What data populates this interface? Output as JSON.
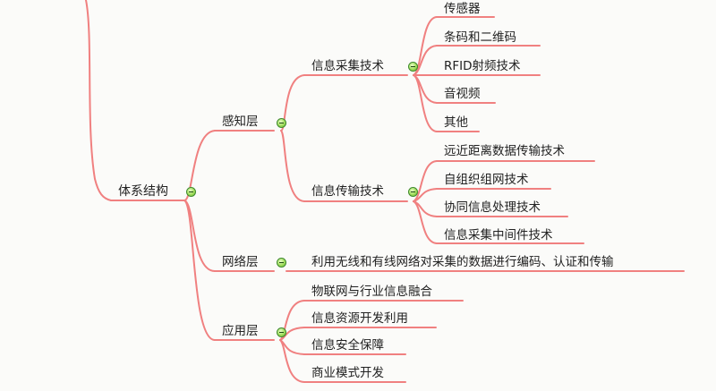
{
  "mindmap": {
    "root": {
      "label": "体系结构"
    },
    "perception": {
      "label": "感知层",
      "collection": {
        "label": "信息采集技术",
        "items": [
          "传感器",
          "条码和二维码",
          "RFID射频技术",
          "音视频",
          "其他"
        ]
      },
      "transmission": {
        "label": "信息传输技术",
        "items": [
          "远近距离数据传输技术",
          "自组织组网技术",
          "协同信息处理技术",
          "信息采集中间件技术"
        ]
      }
    },
    "network": {
      "label": "网络层",
      "description": "利用无线和有线网络对采集的数据进行编码、认证和传输"
    },
    "application": {
      "label": "应用层",
      "items": [
        "物联网与行业信息融合",
        "信息资源开发利用",
        "信息安全保障",
        "商业模式开发"
      ]
    }
  },
  "colors": {
    "branch": "#f08080",
    "toggle": "#9fdc5a",
    "text": "#222222",
    "background": "#fbfbf9"
  },
  "icons": {
    "collapse_toggle": "minus-circle-icon"
  }
}
